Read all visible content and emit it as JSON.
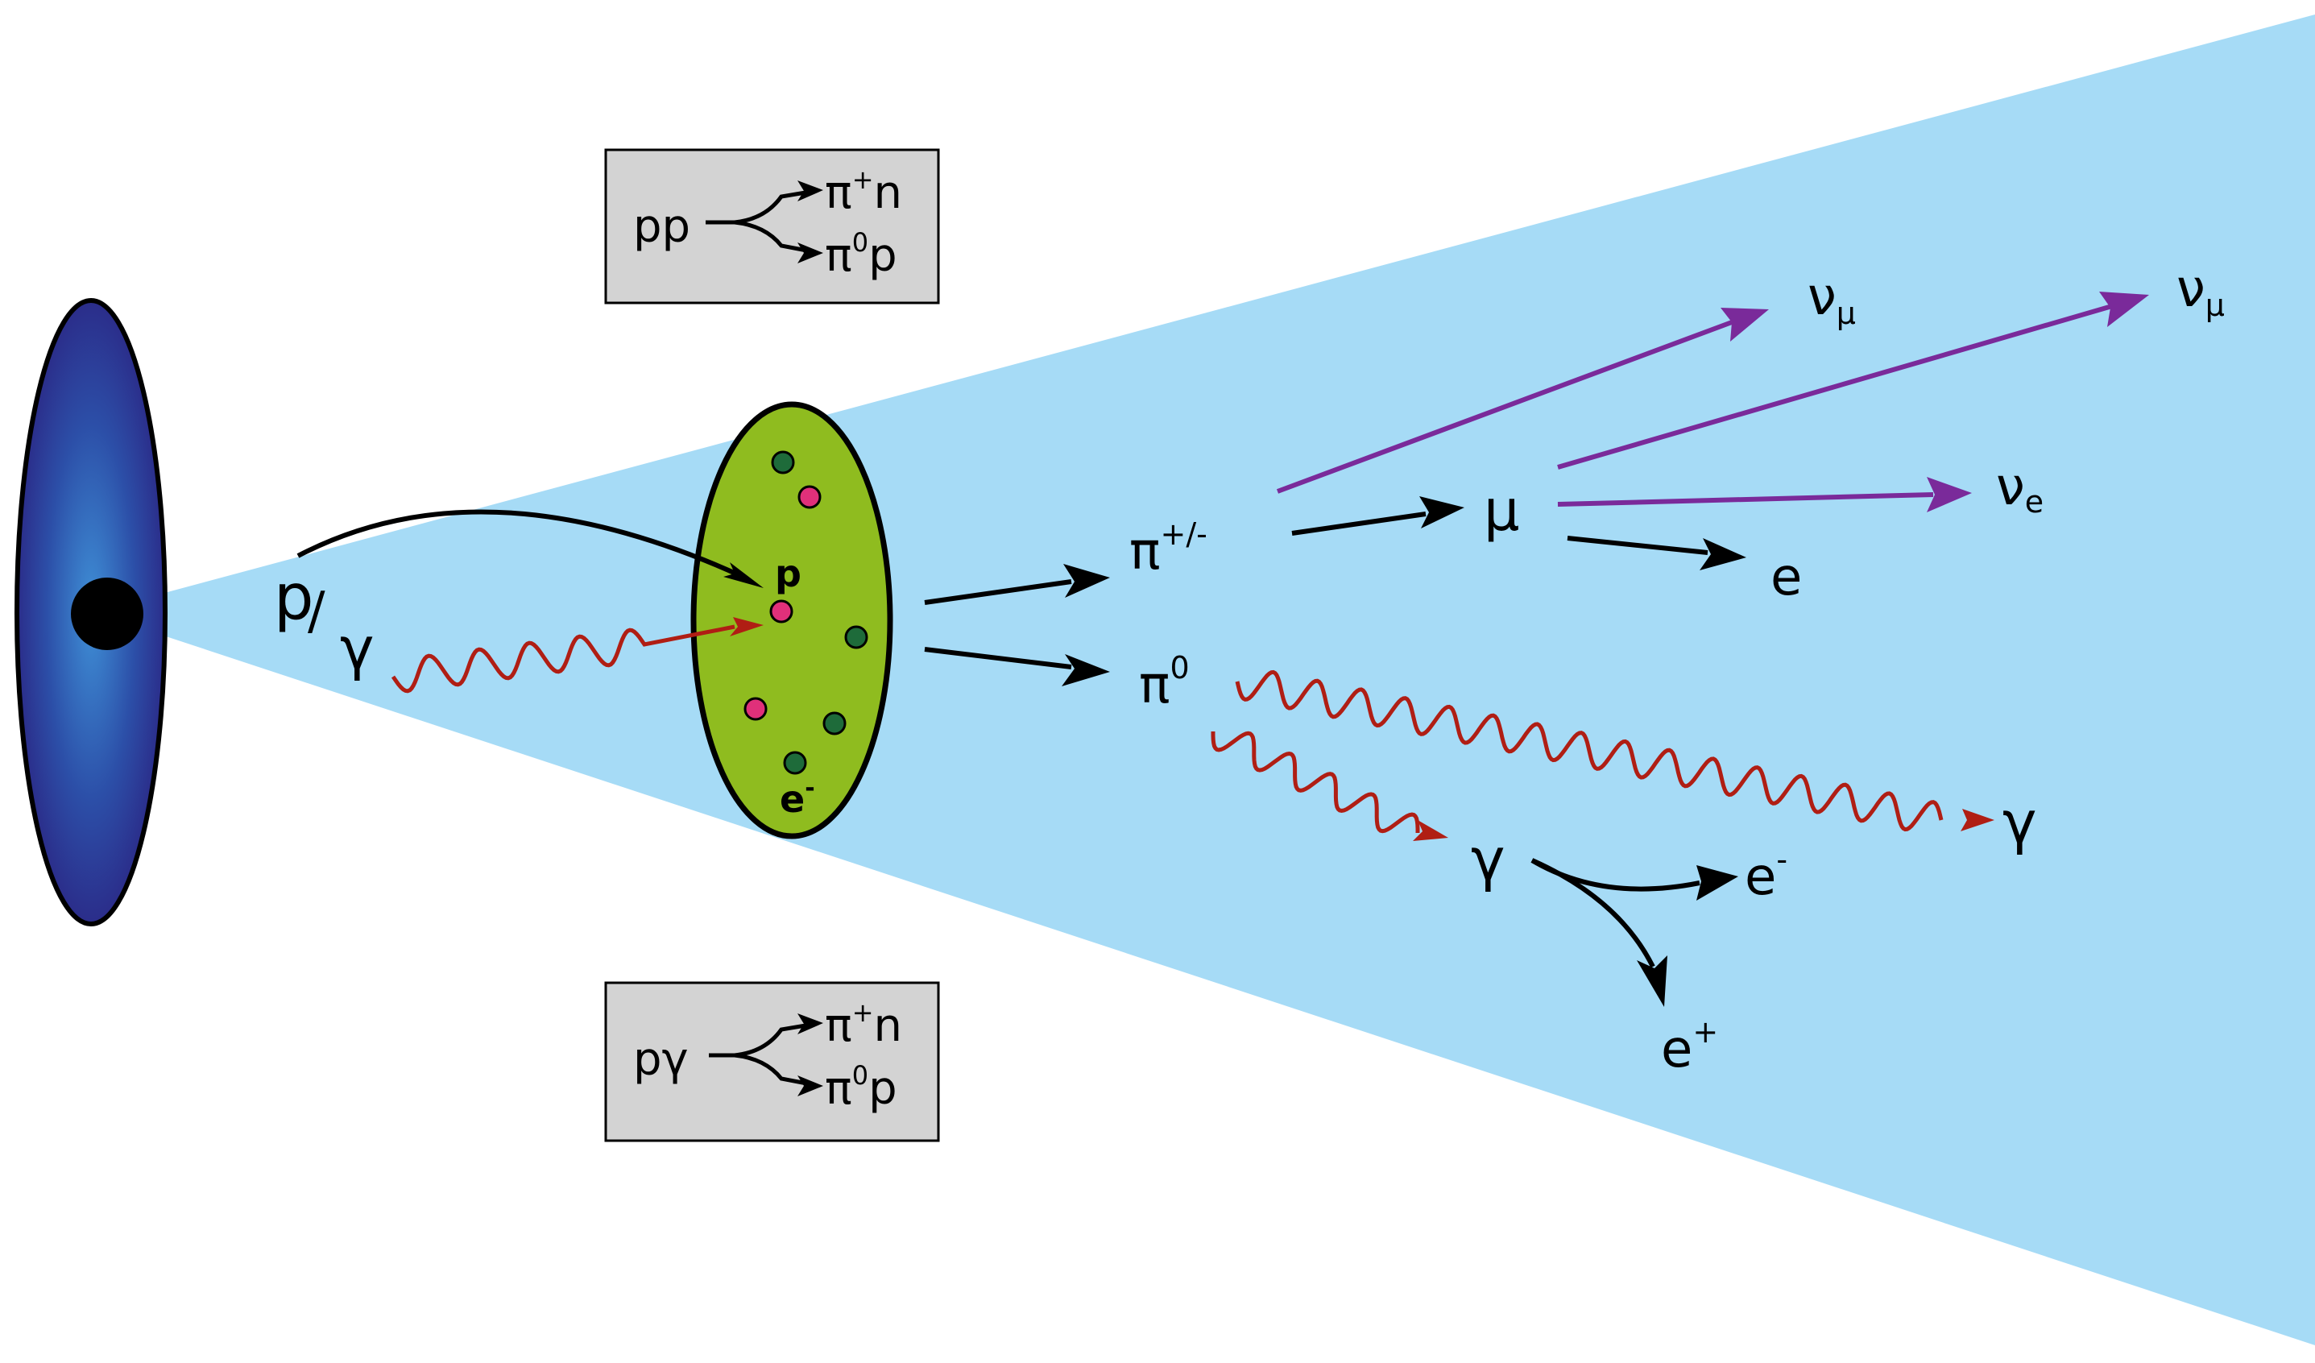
{
  "colors": {
    "cone": "#a6dbf6",
    "disk_outer": "#2b3190",
    "disk_inner": "#2e6fbf",
    "blob_fill": "#8fbc1f",
    "box_fill": "#d3d3d3",
    "red_photon": "#b01e14",
    "neutrino_purple": "#7a2a9a",
    "dot_green": "#1e6b3a",
    "dot_pink": "#e0307a"
  },
  "icons": {
    "central_object": "black-hole-accretion-disk-icon",
    "interaction_region": "particle-cloud-icon",
    "photon": "wavy-arrow-icon"
  },
  "boxes": {
    "top": {
      "left": "pp",
      "out1": "π",
      "out1_sup": "+",
      "out1_tail": "n",
      "out2": "π",
      "out2_sup": "0",
      "out2_tail": "p"
    },
    "bottom": {
      "left": "pγ",
      "out1": "π",
      "out1_sup": "+",
      "out1_tail": "n",
      "out2": "π",
      "out2_sup": "0",
      "out2_tail": "p"
    }
  },
  "labels": {
    "incoming_p": "p",
    "incoming_slash": "/",
    "incoming_gamma": "γ",
    "blob_p": "p",
    "blob_e": "e",
    "blob_e_sup": "-",
    "pi_charged": "π",
    "pi_charged_sup": "+/-",
    "pi_neutral": "π",
    "pi_neutral_sup": "0",
    "mu": "μ",
    "nu_mu_1": "ν",
    "nu_mu_1_sub": "μ",
    "nu_mu_2": "ν",
    "nu_mu_2_sub": "μ",
    "nu_e": "ν",
    "nu_e_sub": "e",
    "electron": "e",
    "gamma_1": "γ",
    "gamma_2": "γ",
    "e_minus": "e",
    "e_minus_sup": "-",
    "e_plus": "e",
    "e_plus_sup": "+"
  }
}
